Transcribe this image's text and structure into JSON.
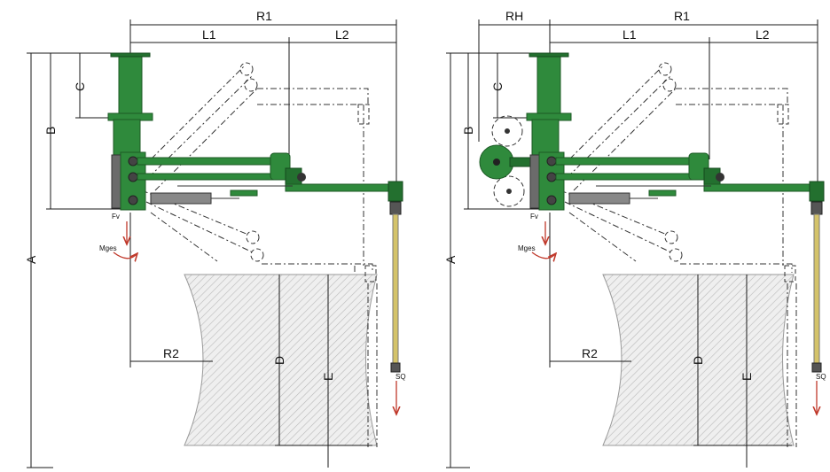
{
  "diagrams": [
    {
      "labels": {
        "R1": "R1",
        "L1": "L1",
        "L2": "L2",
        "A": "A",
        "B": "B",
        "C": "C",
        "D": "D",
        "E": "E",
        "R2": "R2",
        "Fv": "Fv",
        "Mges": "Mges",
        "SQ": "SQ"
      }
    },
    {
      "labels": {
        "RH": "RH",
        "R1": "R1",
        "L1": "L1",
        "L2": "L2",
        "A": "A",
        "B": "B",
        "C": "C",
        "D": "D",
        "E": "E",
        "R2": "R2",
        "Fv": "Fv",
        "Mges": "Mges",
        "SQ": "SQ"
      }
    }
  ],
  "colors": {
    "arm": "#2f8a3c",
    "tank_hatch": "#c8c8c8",
    "moment_arrow": "#c0392b",
    "hose": "#d4c36a"
  }
}
